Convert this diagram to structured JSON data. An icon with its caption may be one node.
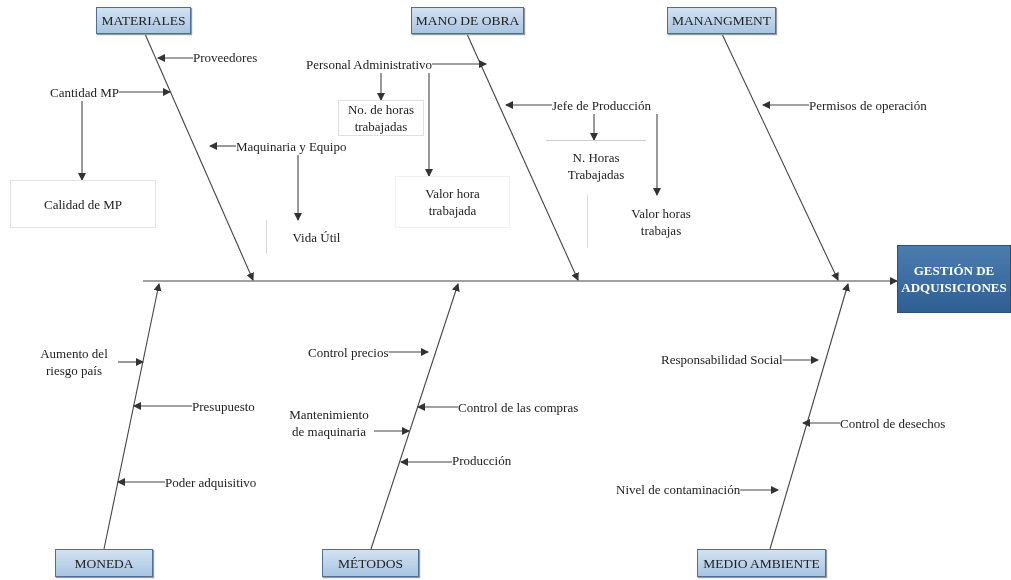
{
  "diagram": {
    "nodes": [
      {
        "text": [
          "MATERIALES"
        ]
      },
      {
        "text": [
          "MANO DE OBRA"
        ]
      },
      {
        "text": [
          "MANANGMENT"
        ]
      },
      {
        "text": [
          "GESTIÓN DE ADQUISICIONES"
        ]
      },
      {
        "text": [
          "MONEDA"
        ]
      },
      {
        "text": [
          "MÉTODOS"
        ]
      },
      {
        "text": [
          "MEDIO AMBIENTE"
        ]
      },
      {
        "text": [
          "Proveedores"
        ]
      },
      {
        "text": [
          "Cantidad MP"
        ]
      },
      {
        "text": [
          "Calidad de MP"
        ]
      },
      {
        "text": [
          "Maquinaria y Equipo"
        ]
      },
      {
        "text": [
          "Vida Útil"
        ]
      },
      {
        "text": [
          "Personal Administrativo"
        ]
      },
      {
        "text": [
          "No. de horas trabajadas"
        ]
      },
      {
        "text": [
          "Valor hora trabajada"
        ]
      },
      {
        "text": [
          "Jefe de Producción"
        ]
      },
      {
        "text": [
          "N. Horas Trabajadas"
        ]
      },
      {
        "text": [
          "Valor horas trabajas"
        ]
      },
      {
        "text": [
          "Permisos de operación"
        ]
      },
      {
        "text": [
          "Aumento del riesgo país"
        ]
      },
      {
        "text": [
          "Presupuesto"
        ]
      },
      {
        "text": [
          "Poder adquisitivo"
        ]
      },
      {
        "text": [
          "Control precios"
        ]
      },
      {
        "text": [
          "Control de las compras"
        ]
      },
      {
        "text": [
          "Mantenimiento de maquinaria"
        ]
      },
      {
        "text": [
          "Producción"
        ]
      },
      {
        "text": [
          "Responsabilidad Social"
        ]
      },
      {
        "text": [
          "Control de desechos"
        ]
      },
      {
        "text": [
          "Nivel de contaminación"
        ]
      }
    ],
    "edges": [
      {
        "from": null,
        "to": 3,
        "arrow": "to"
      },
      {
        "from": 0,
        "to": null,
        "arrow": "to"
      },
      {
        "from": 1,
        "to": null,
        "arrow": "to"
      },
      {
        "from": 2,
        "to": null,
        "arrow": "to"
      },
      {
        "from": 4,
        "to": null,
        "arrow": "to"
      },
      {
        "from": 5,
        "to": null,
        "arrow": "to"
      },
      {
        "from": 6,
        "to": null,
        "arrow": "to"
      },
      {
        "from": 7,
        "to": null,
        "arrow": "to"
      },
      {
        "from": 8,
        "to": null,
        "arrow": "to"
      },
      {
        "from": 8,
        "to": 9,
        "arrow": "to"
      },
      {
        "from": 10,
        "to": null,
        "arrow": "to"
      },
      {
        "from": 10,
        "to": 11,
        "arrow": "to"
      },
      {
        "from": 12,
        "to": null,
        "arrow": "to"
      },
      {
        "from": 12,
        "to": 13,
        "arrow": "to"
      },
      {
        "from": 12,
        "to": 14,
        "arrow": "to"
      },
      {
        "from": 15,
        "to": null,
        "arrow": "to"
      },
      {
        "from": 15,
        "to": 16,
        "arrow": "to"
      },
      {
        "from": 15,
        "to": 17,
        "arrow": "to"
      },
      {
        "from": 18,
        "to": null,
        "arrow": "to"
      },
      {
        "from": 19,
        "to": null,
        "arrow": "to"
      },
      {
        "from": 20,
        "to": null,
        "arrow": "to"
      },
      {
        "from": 21,
        "to": null,
        "arrow": "to"
      },
      {
        "from": 22,
        "to": null,
        "arrow": "to"
      },
      {
        "from": 23,
        "to": null,
        "arrow": "to"
      },
      {
        "from": 24,
        "to": null,
        "arrow": "to"
      },
      {
        "from": 25,
        "to": null,
        "arrow": "to"
      },
      {
        "from": 26,
        "to": null,
        "arrow": "to"
      },
      {
        "from": 27,
        "to": null,
        "arrow": "to"
      },
      {
        "from": 28,
        "to": null,
        "arrow": "to"
      }
    ]
  }
}
